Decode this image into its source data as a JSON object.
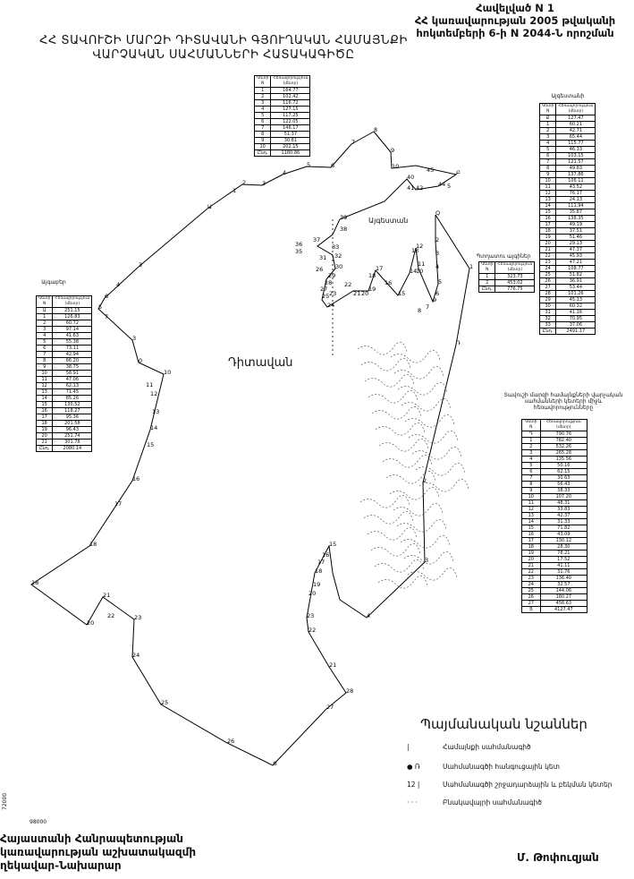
{
  "header": {
    "title_line1": "ՀՀ ՏԱՎՈՒՇԻ ՄԱՐԶԻ ԴԻՏԱՎԱՆԻ ԳՅՈՒՂԱԿԱՆ ՀԱՄԱՅՆՔԻ",
    "title_line2": "ՎԱՐՉԱԿԱՆ   ՍԱՀՄԱՆՆԵՐԻ  ՀԱՏԱԿԱԳԻԾԸ",
    "annex_line1": "Հավելված N 1",
    "annex_line2": "ՀՀ կառավարության 2005 թվականի",
    "annex_line3": "հոկտեմբերի  6-ի N 2044-Ն որոշման"
  },
  "map": {
    "village_label": "Դիտավան",
    "enclave_label": "Այգեստան",
    "outer_point_labels": [
      "8",
      "7",
      "6",
      "5",
      "4",
      "3",
      "2",
      "1",
      "Ա",
      "3",
      "4",
      "6",
      "5",
      "7",
      "3",
      "0",
      "10",
      "11",
      "12",
      "13",
      "14",
      "15",
      "16",
      "17",
      "18",
      "18",
      "21",
      "20",
      "22",
      "23",
      "24",
      "25",
      "26",
      "Ց",
      "27",
      "28",
      "21",
      "22",
      "23",
      "20",
      "19",
      "18",
      "17",
      "16",
      "15",
      "4",
      "3",
      "2",
      "Դ",
      "1",
      "Q",
      "5",
      "Բ",
      "44",
      "45",
      "42",
      "41",
      "40",
      "10",
      "9"
    ],
    "inner_point_labels": [
      "39",
      "38",
      "37",
      "36",
      "35",
      "31",
      "33",
      "32",
      "30",
      "26",
      "29",
      "28",
      "27",
      "25",
      "24",
      "23",
      "22",
      "21",
      "20",
      "19",
      "18",
      "17",
      "16",
      "15",
      "14",
      "13",
      "12",
      "11",
      "10",
      "9",
      "8",
      "7",
      "6",
      "5",
      "4",
      "3",
      "2"
    ],
    "coord_x": "98000",
    "coord_y": "72000"
  },
  "tables": {
    "top_center": {
      "headers": [
        "Կետի N",
        "Հեռավորություն (մետր)"
      ],
      "rows": [
        [
          "1",
          "164.77"
        ],
        [
          "2",
          "102.42"
        ],
        [
          "3",
          "116.72"
        ],
        [
          "4",
          "127.15"
        ],
        [
          "5",
          "117.25"
        ],
        [
          "6",
          "122.05"
        ],
        [
          "7",
          "146.17"
        ],
        [
          "8",
          "51.37"
        ],
        [
          "9",
          "30.81"
        ],
        [
          "10",
          "202.15"
        ],
        [
          "Ընդ.",
          "1180.86"
        ]
      ]
    },
    "right_upper": {
      "caption": "Այգեստանի",
      "headers": [
        "Կետի N",
        "Հեռավորություն (մետր)"
      ],
      "rows": [
        [
          "Ք",
          "127.47"
        ],
        [
          "1",
          "60.21"
        ],
        [
          "2",
          "42.71"
        ],
        [
          "3",
          "65.44"
        ],
        [
          "4",
          "115.77"
        ],
        [
          "5",
          "46.33"
        ],
        [
          "6",
          "103.15"
        ],
        [
          "7",
          "121.57"
        ],
        [
          "8",
          "49.83"
        ],
        [
          "9",
          "137.86"
        ],
        [
          "10",
          "106.11"
        ],
        [
          "11",
          "43.52"
        ],
        [
          "12",
          "76.17"
        ],
        [
          "13",
          "24.13"
        ],
        [
          "14",
          "111.94"
        ],
        [
          "15",
          "35.87"
        ],
        [
          "16",
          "138.35"
        ],
        [
          "17",
          "49.19"
        ],
        [
          "18",
          "37.51"
        ],
        [
          "19",
          "51.46"
        ],
        [
          "20",
          "29.13"
        ],
        [
          "21",
          "47.37"
        ],
        [
          "22",
          "45.93"
        ],
        [
          "23",
          "47.21"
        ],
        [
          "24",
          "108.77"
        ],
        [
          "25",
          "51.82"
        ],
        [
          "26",
          "36.91"
        ],
        [
          "27",
          "53.44"
        ],
        [
          "28",
          "101.26"
        ],
        [
          "29",
          "45.13"
        ],
        [
          "30",
          "60.32"
        ],
        [
          "31",
          "41.16"
        ],
        [
          "32",
          "70.95"
        ],
        [
          "33",
          "37.06"
        ],
        [
          "Ընդ.",
          "2491.17"
        ]
      ]
    },
    "left": {
      "caption": "Այգաբեր",
      "headers": [
        "Կետի N",
        "Հեռավորություն (մետր)"
      ],
      "rows": [
        [
          "Ա",
          "251.15"
        ],
        [
          "1",
          "126.83"
        ],
        [
          "2",
          "60.72"
        ],
        [
          "3",
          "97.14"
        ],
        [
          "4",
          "41.63"
        ],
        [
          "5",
          "55.38"
        ],
        [
          "6",
          "73.11"
        ],
        [
          "7",
          "42.94"
        ],
        [
          "8",
          "66.20"
        ],
        [
          "9",
          "38.75"
        ],
        [
          "10",
          "58.91"
        ],
        [
          "11",
          "47.06"
        ],
        [
          "12",
          "62.13"
        ],
        [
          "13",
          "71.45"
        ],
        [
          "14",
          "85.26"
        ],
        [
          "15",
          "130.52"
        ],
        [
          "16",
          "118.27"
        ],
        [
          "17",
          "95.36"
        ],
        [
          "18",
          "201.58"
        ],
        [
          "19",
          "96.43"
        ],
        [
          "20",
          "251.74"
        ],
        [
          "21",
          "301.78"
        ],
        [
          "Ընդ.",
          "2080.14"
        ]
      ]
    },
    "small_mid": {
      "caption": "Պտղատու այգիներ",
      "headers": [
        "Կետի N",
        "Հեռավորություն (մետր)"
      ],
      "rows": [
        [
          "1",
          "323.73"
        ],
        [
          "2",
          "453.02"
        ],
        [
          "Ընդ.",
          "776.75"
        ]
      ]
    },
    "right_lower": {
      "caption": "Տավուշի մարզի համայնքների վարչական սահմանների կետերի միջև հեռավորությունները",
      "headers": [
        "Կետի N",
        "Հեռավորություն (մետր)"
      ],
      "rows": [
        [
          "Դ",
          "790.76"
        ],
        [
          "1",
          "782.40"
        ],
        [
          "2",
          "532.26"
        ],
        [
          "3",
          "265.28"
        ],
        [
          "4",
          "135.56"
        ],
        [
          "5",
          "50.16"
        ],
        [
          "6",
          "62.15"
        ],
        [
          "7",
          "30.63"
        ],
        [
          "8",
          "56.43"
        ],
        [
          "9",
          "38.33"
        ],
        [
          "10",
          "107.20"
        ],
        [
          "11",
          "48.31"
        ],
        [
          "12",
          "33.83"
        ],
        [
          "13",
          "42.37"
        ],
        [
          "14",
          "31.33"
        ],
        [
          "15",
          "71.82"
        ],
        [
          "16",
          "43.09"
        ],
        [
          "17",
          "130.12"
        ],
        [
          "18",
          "28.30"
        ],
        [
          "19",
          "78.21"
        ],
        [
          "20",
          "17.52"
        ],
        [
          "21",
          "41.11"
        ],
        [
          "22",
          "31.76"
        ],
        [
          "23",
          "136.40"
        ],
        [
          "24",
          "32.57"
        ],
        [
          "25",
          "144.06"
        ],
        [
          "26",
          "180.27"
        ],
        [
          "27",
          "458.63"
        ],
        [
          "Ց",
          "4127.47"
        ]
      ]
    }
  },
  "legend": {
    "title": "Պայմանական նշաններ",
    "items": [
      {
        "symbol": "|",
        "label": "Համայնքի սահմանագիծ"
      },
      {
        "symbol": "● Ռ",
        "label": "Սահմանագծի հանգուցային կետ"
      },
      {
        "symbol": "12 |",
        "label": "Սահմանագծի շրջադարձային և բեկման կետեր"
      },
      {
        "symbol": "· · ·",
        "label": "Բնակավայրի սահմանագիծ"
      }
    ]
  },
  "footer": {
    "left_line1": "Հայաստանի Հանրապետության",
    "left_line2": "կառավարության աշխատակազմի",
    "left_line3": "ղեկավար-Նախարար",
    "signatory": "Մ. Թոփուզյան"
  }
}
